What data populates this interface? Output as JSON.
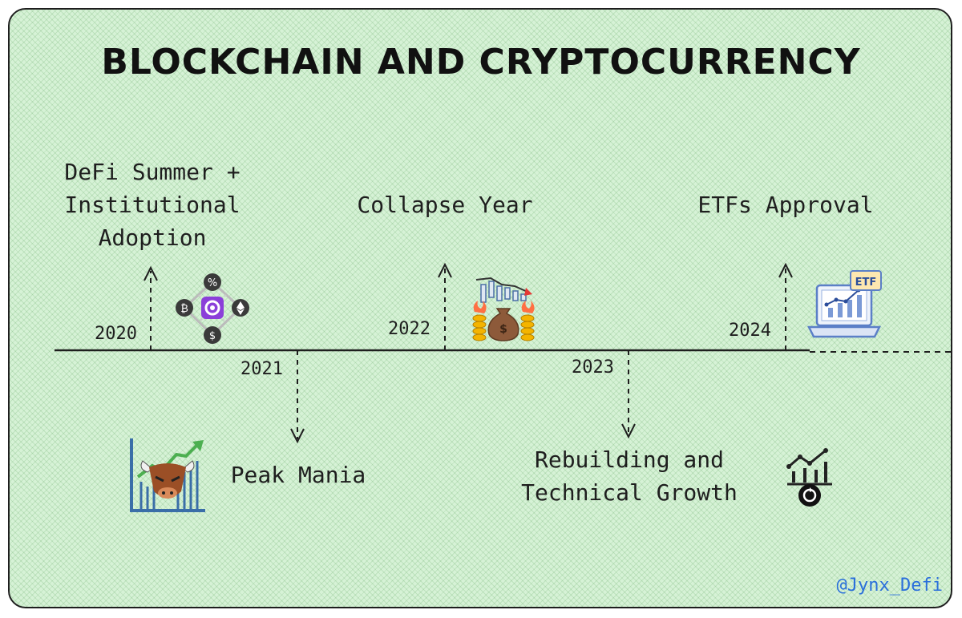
{
  "title": "BLOCKCHAIN AND CRYPTOCURRENCY",
  "events": [
    {
      "year": "2020",
      "label_lines": [
        "DeFi Summer +",
        "Institutional",
        "Adoption"
      ],
      "icon": "defi-icon"
    },
    {
      "year": "2021",
      "label_lines": [
        "Peak Mania"
      ],
      "icon": "bull-market-icon"
    },
    {
      "year": "2022",
      "label_lines": [
        "Collapse Year"
      ],
      "icon": "market-crash-icon"
    },
    {
      "year": "2023",
      "label_lines": [
        "Rebuilding and",
        "Technical Growth"
      ],
      "icon": "growth-chart-icon"
    },
    {
      "year": "2024",
      "label_lines": [
        "ETFs Approval"
      ],
      "icon": "etf-laptop-icon"
    }
  ],
  "icon_text": {
    "etf": "ETF",
    "percent": "%",
    "dollar": "$",
    "bitcoin": "₿"
  },
  "handle": "@Jynx_Defi",
  "colors": {
    "background": "#d6f2d6",
    "line": "#1e1e1e",
    "handle": "#2a6fdb",
    "accent_purple": "#8b3fd9"
  }
}
